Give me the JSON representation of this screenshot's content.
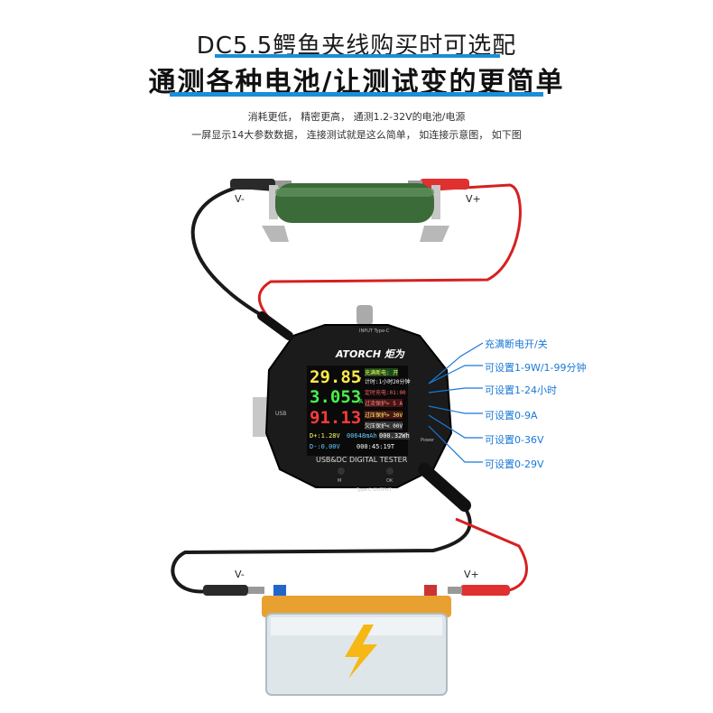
{
  "header": {
    "title": "DC5.5鳄鱼夹线购买时可选配",
    "subtitle": "通测各种电池/让测试变的更简单",
    "desc_line1": "消耗更低，  精密更高，  通测1.2-32V的电池/电源",
    "desc_line2": "一屏显示14大参数数据，  连接测试就是这么简单，  如连接示意图，  如下图"
  },
  "labels": {
    "top_minus": "V-",
    "top_plus": "V+",
    "bottom_minus": "V-",
    "bottom_plus": "V+"
  },
  "device": {
    "brand": "ATORCH 炬为",
    "model": "USB&DC DIGITAL TESTER",
    "port_top": "INPUT Type-C",
    "port_bottom": "Type-C OUTPUT",
    "port_left": "USB",
    "button_m": "M",
    "button_ok": "OK",
    "power": "Power",
    "screen": {
      "voltage": "29.85",
      "voltage_unit": "V",
      "current": "3.053",
      "current_unit": "A",
      "power": "91.13",
      "row1": "充满断电: 开",
      "row2": "计时:1小时20分钟",
      "row3": "定时充电:01:00",
      "row4": "过流保护> 5 A",
      "row5": "过压保护> 30V",
      "row6": "欠压保护< 00V",
      "dplus": "D+:1.28V",
      "mah": "00648mAh",
      "wh": "000.32Wh",
      "dminus": "D-:0.00V",
      "time": "000:45:19T"
    }
  },
  "annotations": [
    "充满断电开/关",
    "可设置1-9W/1-99分钟",
    "可设置1-24小时",
    "可设置0-9A",
    "可设置0-36V",
    "可设置0-29V"
  ],
  "colors": {
    "accent_blue": "#1a8ed6",
    "wire_black": "#1a1a1a",
    "wire_red": "#d62020",
    "annotation": "#1a78d6"
  }
}
